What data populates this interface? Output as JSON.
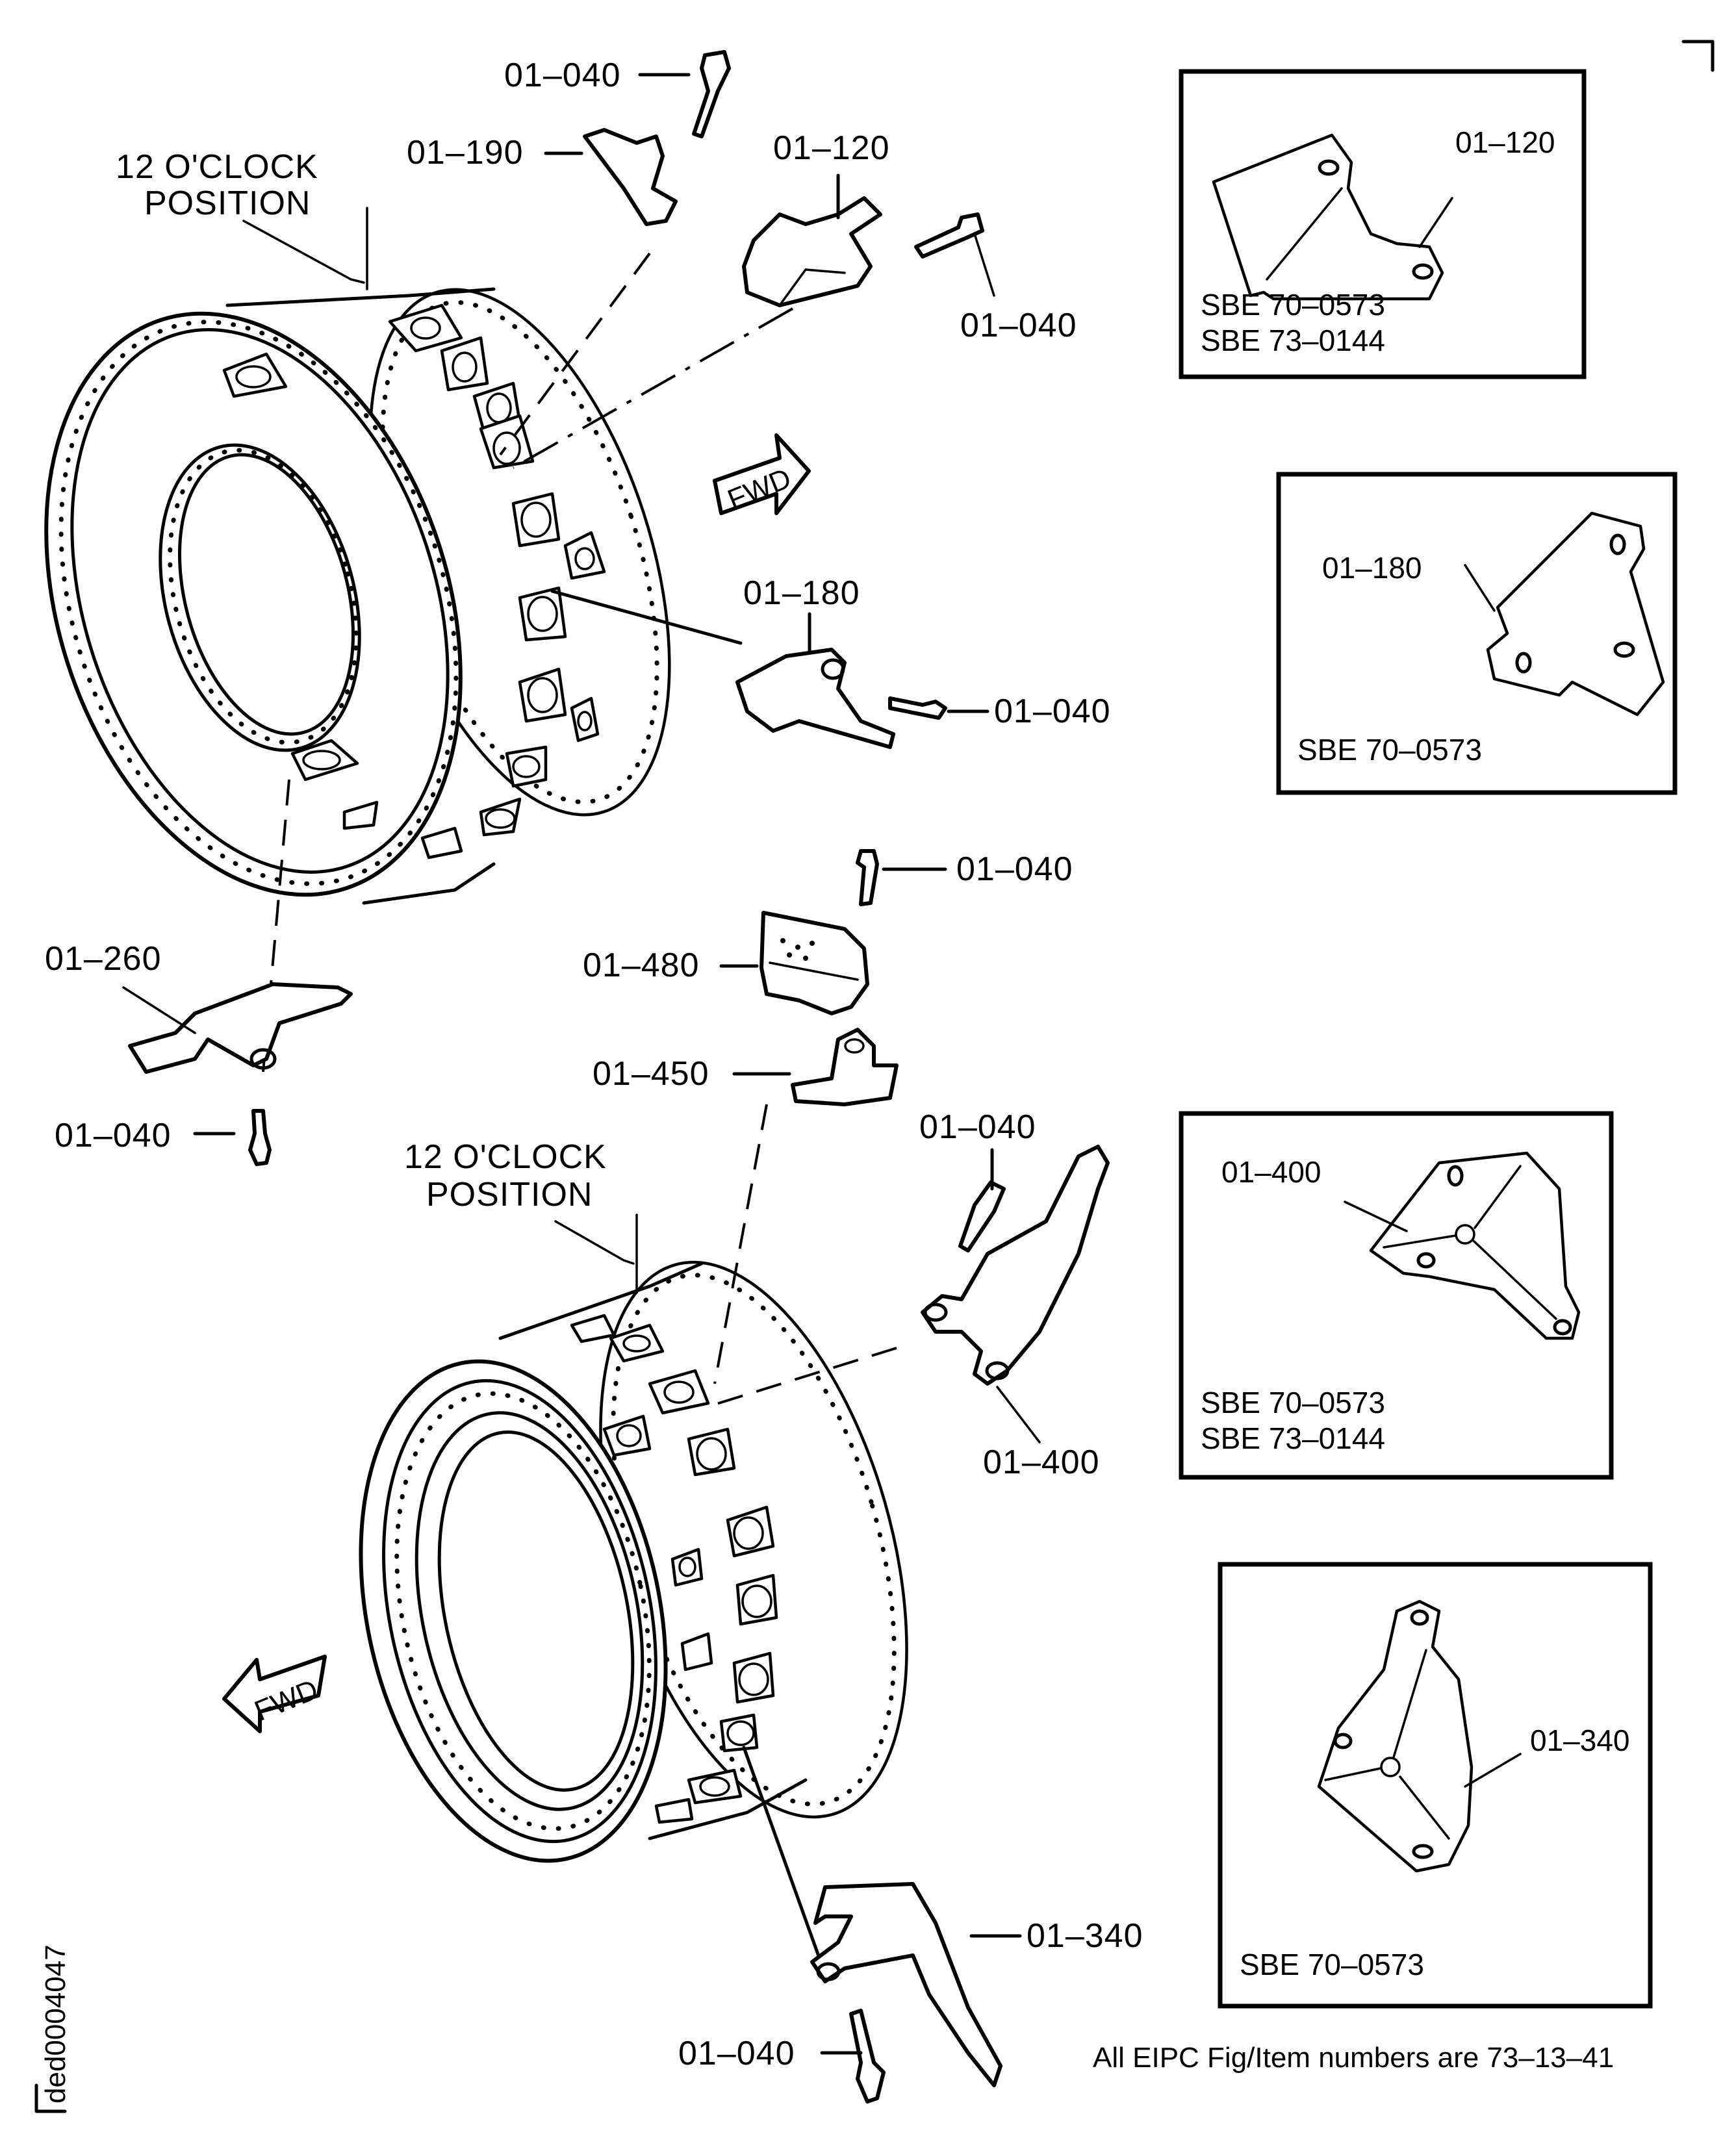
{
  "figure": {
    "id_code": "ded0004047",
    "footer_note": "All EIPC Fig/Item numbers are 73–13–41",
    "direction_marker": "FWD"
  },
  "upper_assembly": {
    "clock_label_line1": "12 O'CLOCK",
    "clock_label_line2": "POSITION",
    "callouts": {
      "bolt_top": "01–040",
      "bracket_190": "01–190",
      "bracket_120": "01–120",
      "bolt_120": "01–040",
      "bracket_180": "01–180",
      "bolt_180": "01–040",
      "bolt_480": "01–040",
      "bracket_480": "01–480",
      "bracket_260": "01–260",
      "bracket_450": "01–450",
      "bolt_260": "01–040"
    }
  },
  "lower_assembly": {
    "clock_label_line1": "12 O'CLOCK",
    "clock_label_line2": "POSITION",
    "callouts": {
      "bolt_400": "01–040",
      "bracket_400": "01–400",
      "bracket_340": "01–340",
      "bolt_340": "01–040"
    }
  },
  "detail_boxes": [
    {
      "part": "01–120",
      "sbe": [
        "SBE 70–0573",
        "SBE 73–0144"
      ]
    },
    {
      "part": "01–180",
      "sbe": [
        "SBE 70–0573"
      ]
    },
    {
      "part": "01–400",
      "sbe": [
        "SBE 70–0573",
        "SBE 73–0144"
      ]
    },
    {
      "part": "01–340",
      "sbe": [
        "SBE 70–0573"
      ]
    }
  ]
}
